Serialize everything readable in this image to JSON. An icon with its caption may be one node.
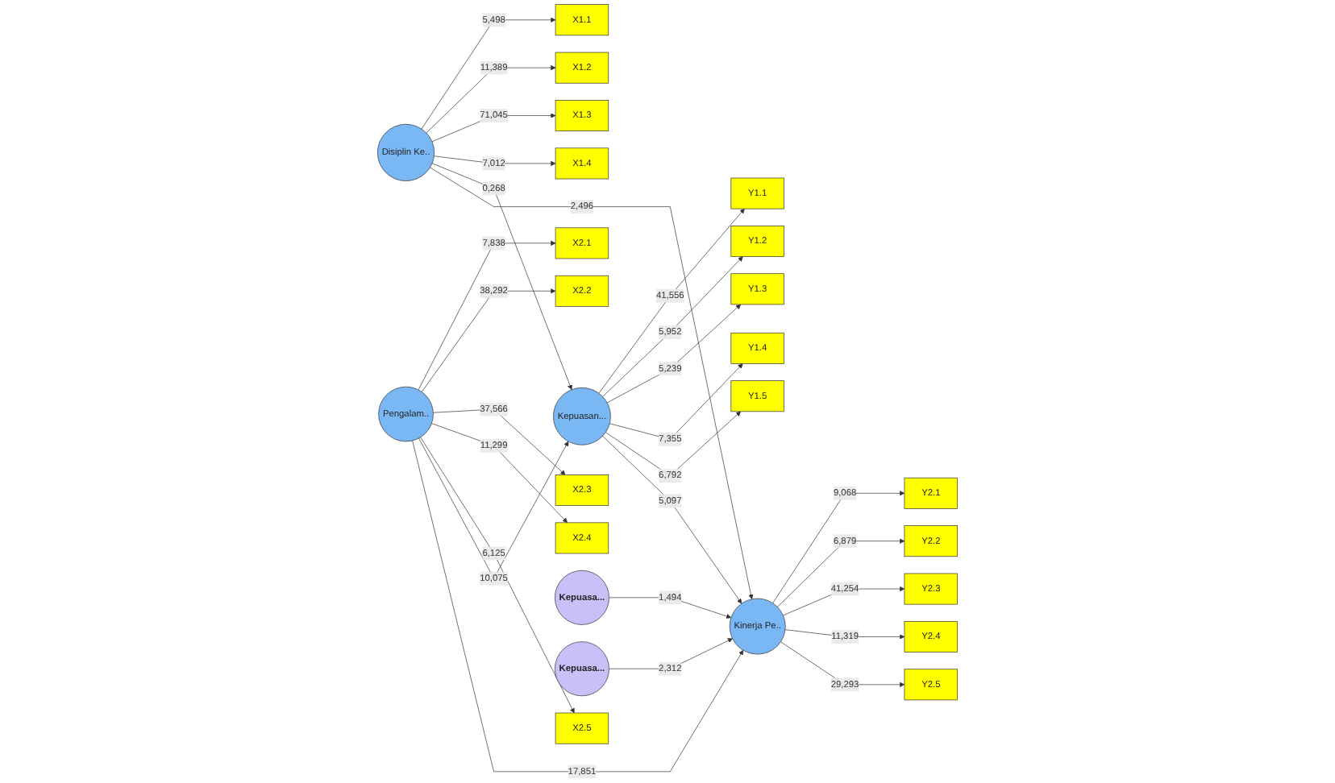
{
  "diagram": {
    "nodes": [
      {
        "text": [
          "Y1.1"
        ]
      },
      {
        "text": [
          "Y1.2"
        ]
      },
      {
        "text": [
          "Y1.3"
        ]
      },
      {
        "text": [
          "Y1.4"
        ]
      },
      {
        "text": [
          "Y1.5"
        ]
      },
      {
        "text": [
          "X1.1"
        ]
      },
      {
        "text": [
          "X1.2"
        ]
      },
      {
        "text": [
          "X1.3"
        ]
      },
      {
        "text": [
          "X1.4"
        ]
      },
      {
        "text": [
          "Disiplin Ke.."
        ]
      },
      {
        "text": [
          "Kepuasan..."
        ]
      },
      {
        "text": [
          "Y2.1"
        ]
      },
      {
        "text": [
          "Y2.2"
        ]
      },
      {
        "text": [
          "Y2.3"
        ]
      },
      {
        "text": [
          "Y2.4"
        ]
      },
      {
        "text": [
          "Y2.5"
        ]
      },
      {
        "text": [
          "X2.1"
        ]
      },
      {
        "text": [
          "X2.2"
        ]
      },
      {
        "text": [
          "X2.3"
        ]
      },
      {
        "text": [
          "X2.4"
        ]
      },
      {
        "text": [
          "X2.5"
        ]
      },
      {
        "text": [
          "Pengalam.."
        ]
      },
      {
        "text": [
          "Kinerja Pe.."
        ]
      },
      {
        "text": [
          "Kepuasa..."
        ]
      },
      {
        "text": [
          "Kepuasa..."
        ]
      }
    ],
    "edges": [
      {
        "from": 9,
        "to": 5,
        "arrow": "to",
        "label": "5,498"
      },
      {
        "from": 9,
        "to": 6,
        "arrow": "to",
        "label": "11,389"
      },
      {
        "from": 9,
        "to": 7,
        "arrow": "to",
        "label": "71,045"
      },
      {
        "from": 9,
        "to": 8,
        "arrow": "to",
        "label": "7,012"
      },
      {
        "from": 9,
        "to": 10,
        "arrow": "to",
        "label": "0,268"
      },
      {
        "from": 9,
        "to": 22,
        "arrow": "to",
        "label": "2,496"
      },
      {
        "from": 10,
        "to": 0,
        "arrow": "to",
        "label": "41,556"
      },
      {
        "from": 10,
        "to": 1,
        "arrow": "to",
        "label": "5,952"
      },
      {
        "from": 10,
        "to": 2,
        "arrow": "to",
        "label": "5,239"
      },
      {
        "from": 10,
        "to": 3,
        "arrow": "to",
        "label": "7,355"
      },
      {
        "from": 10,
        "to": 4,
        "arrow": "to",
        "label": "6,792"
      },
      {
        "from": 10,
        "to": 22,
        "arrow": "to",
        "label": "5,097"
      },
      {
        "from": 21,
        "to": 16,
        "arrow": "to",
        "label": "7,838"
      },
      {
        "from": 21,
        "to": 17,
        "arrow": "to",
        "label": "38,292"
      },
      {
        "from": 21,
        "to": 18,
        "arrow": "to",
        "label": "37,566"
      },
      {
        "from": 21,
        "to": 19,
        "arrow": "to",
        "label": "11,299"
      },
      {
        "from": 21,
        "to": 20,
        "arrow": "to",
        "label": "6,125"
      },
      {
        "from": 21,
        "to": 10,
        "arrow": "to",
        "label": "10,075"
      },
      {
        "from": 21,
        "to": 22,
        "arrow": "to",
        "label": "17,851"
      },
      {
        "from": 22,
        "to": 11,
        "arrow": "to",
        "label": "9,068"
      },
      {
        "from": 22,
        "to": 12,
        "arrow": "to",
        "label": "6,879"
      },
      {
        "from": 22,
        "to": 13,
        "arrow": "to",
        "label": "41,254"
      },
      {
        "from": 22,
        "to": 14,
        "arrow": "to",
        "label": "11,319"
      },
      {
        "from": 22,
        "to": 15,
        "arrow": "to",
        "label": "29,293"
      },
      {
        "from": 23,
        "to": 22,
        "arrow": "to",
        "label": "1,494"
      },
      {
        "from": 24,
        "to": 22,
        "arrow": "to",
        "label": "2,312"
      }
    ]
  }
}
